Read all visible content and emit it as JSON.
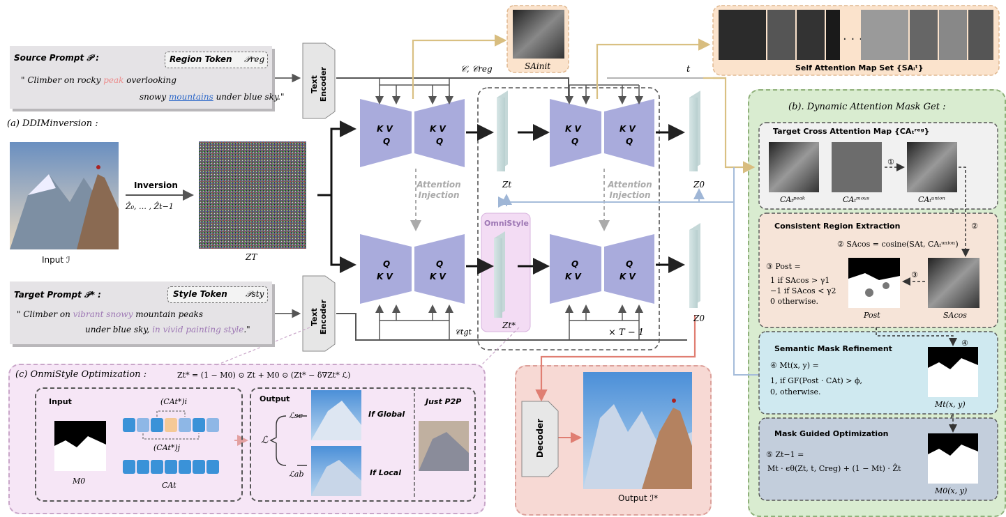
{
  "source_prompt": {
    "label": "Source Prompt  𝒫 :",
    "line1": "\" Climber on rocky ",
    "highlight1": "peak",
    "line1b": " overlooking",
    "line2a": "snowy ",
    "highlight2": "mountains",
    "line2b": " under blue sky.\"",
    "region_token_label": "Region Token",
    "region_token_sym": "𝒫reg"
  },
  "target_prompt": {
    "label": "Target Prompt  𝒫* :",
    "line1a": "\" Climber on ",
    "highlight1": "vibrant snowy",
    "line1b": " mountain peaks",
    "line2a": "under blue sky, ",
    "highlight2": "in vivid painting style",
    "line2b": ".\"",
    "style_token_label": "Style Token",
    "style_token_sym": "𝒫sty"
  },
  "text_encoder": "Text Encoder",
  "ddim_label": "(a) DDIMinversion :",
  "input_label": "Input ℐ",
  "inversion_label": "Inversion",
  "inversion_seq": "Ẑ₀, … , Ẑt−1",
  "zT_label": "ZT",
  "c_creg": "𝒞, 𝒞reg",
  "t_label": "t",
  "c_tgt": "𝒞tgt",
  "sa_init": "SAinit",
  "sa_set_label": "Self Attention Map Set {SAᵢᵗ}",
  "unet_kv": "K  V",
  "unet_q": "Q",
  "attention_injection": "Attention Injection",
  "zt_label": "Zt",
  "zt_star_label": "Zt*",
  "z0_label": "Z0",
  "omnistyle_label": "OmniStyle",
  "times_label": "× T − 1",
  "decoder_label": "Decoder",
  "output_label": "Output ℐ*",
  "panel_b": {
    "title": "(b). Dynamic Attention Mask Get :",
    "target_cross_title": "Target Cross Attention Map {CAₜʳᵉᵍ}",
    "ca_peak": "CAₜᵖᵉᵃᵏ",
    "ca_mous": "CAₜᵐᵒᵘˢ",
    "ca_union": "CAₜᵘⁿⁱᵒⁿ",
    "step1": "①",
    "step2": "②",
    "step3": "③",
    "step4": "④",
    "step5": "⑤",
    "consistent_title": "Consistent Region Extraction",
    "sa_cos_eq": "② SAcos = cosine(SAt, CAₜᵘⁿⁱᵒⁿ)",
    "pos_eq_head": "③   Post =",
    "pos_case1": "1     if SAcos > γ1",
    "pos_case2": "−1   if SAcos < γ2",
    "pos_case3": "0     otherwise.",
    "pos_label": "Post",
    "sa_cos_label": "SAcos",
    "semantic_title": "Semantic Mask Refinement",
    "mt_eq_head": "④  Mt(x, y) =",
    "mt_case1": "1,   if GF(Post · CAt) > ϕ,",
    "mt_case2": "0,   otherwise.",
    "mt_label": "Mt(x, y)",
    "mask_guided_title": "Mask Guided Optimization",
    "zt1_eq_head": "⑤  Zt−1 =",
    "zt1_eq_body": "Mt · ϵθ(Zt, t, Creg) + (1 − Mt) · Ẑt",
    "m0_label": "M0(x, y)"
  },
  "panel_c": {
    "title": "(c) OnmiStyle Optimization :",
    "formula": "Zt* = (1 − M0) ⊙ Zt + M0 ⊙ (Zt* − δ∇Zt* ℒ)",
    "input_label": "Input",
    "m0": "M0",
    "ca_i": "(CAt*)i",
    "ca_j": "(CAt*)j",
    "ca_t": "CAt",
    "output_label": "Output",
    "L": "ℒ",
    "L_sc": "ℒsc",
    "L_ab": "ℒab",
    "if_global": "If Global",
    "if_local": "If Local",
    "just_p2p": "Just P2P"
  },
  "colors": {
    "unet": "#a9abdc",
    "gold_arrow": "#e0c68a",
    "blue_arrow": "#a8bedc",
    "red_arrow": "#e07e72",
    "panel_b_bg": "#d8ebcd",
    "panel_c_bg": "#f5e5f5",
    "decoder_panel": "#f6d8d3",
    "sa_set_bg": "#fbe2cb",
    "peak_color": "#ec8c8c",
    "mountains_color": "#2a66c8",
    "style_color": "#9d77b4"
  }
}
